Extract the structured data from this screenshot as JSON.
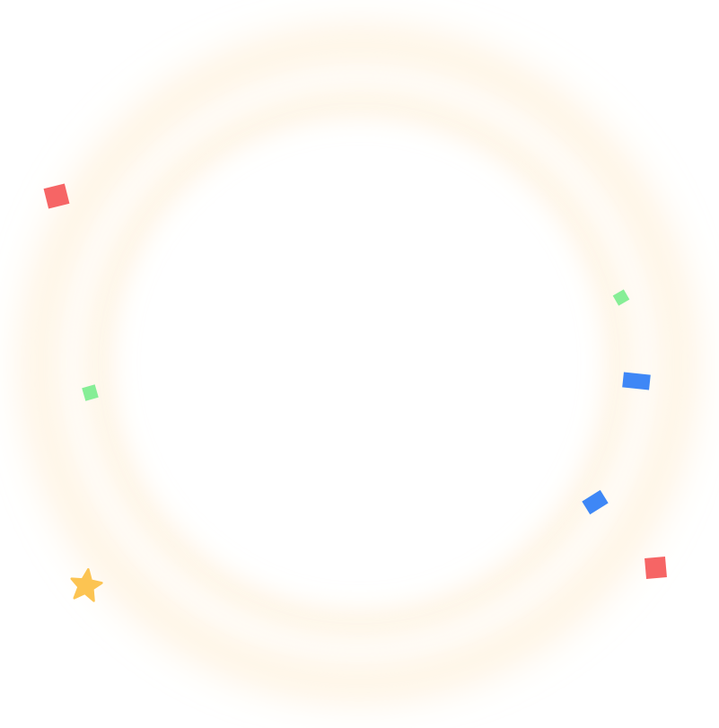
{
  "scene": {
    "background": "#ffffff",
    "glow": {
      "color": "#fde7c3"
    },
    "confetti": [
      {
        "shape": "square",
        "color": "#f66565"
      },
      {
        "shape": "square",
        "color": "#86ee96"
      },
      {
        "shape": "square",
        "color": "#86ee96"
      },
      {
        "shape": "rectangle",
        "color": "#3e87f6"
      },
      {
        "shape": "rectangle",
        "color": "#3e87f6"
      },
      {
        "shape": "square",
        "color": "#f66565"
      },
      {
        "shape": "star",
        "color": "#fcc452"
      }
    ]
  }
}
